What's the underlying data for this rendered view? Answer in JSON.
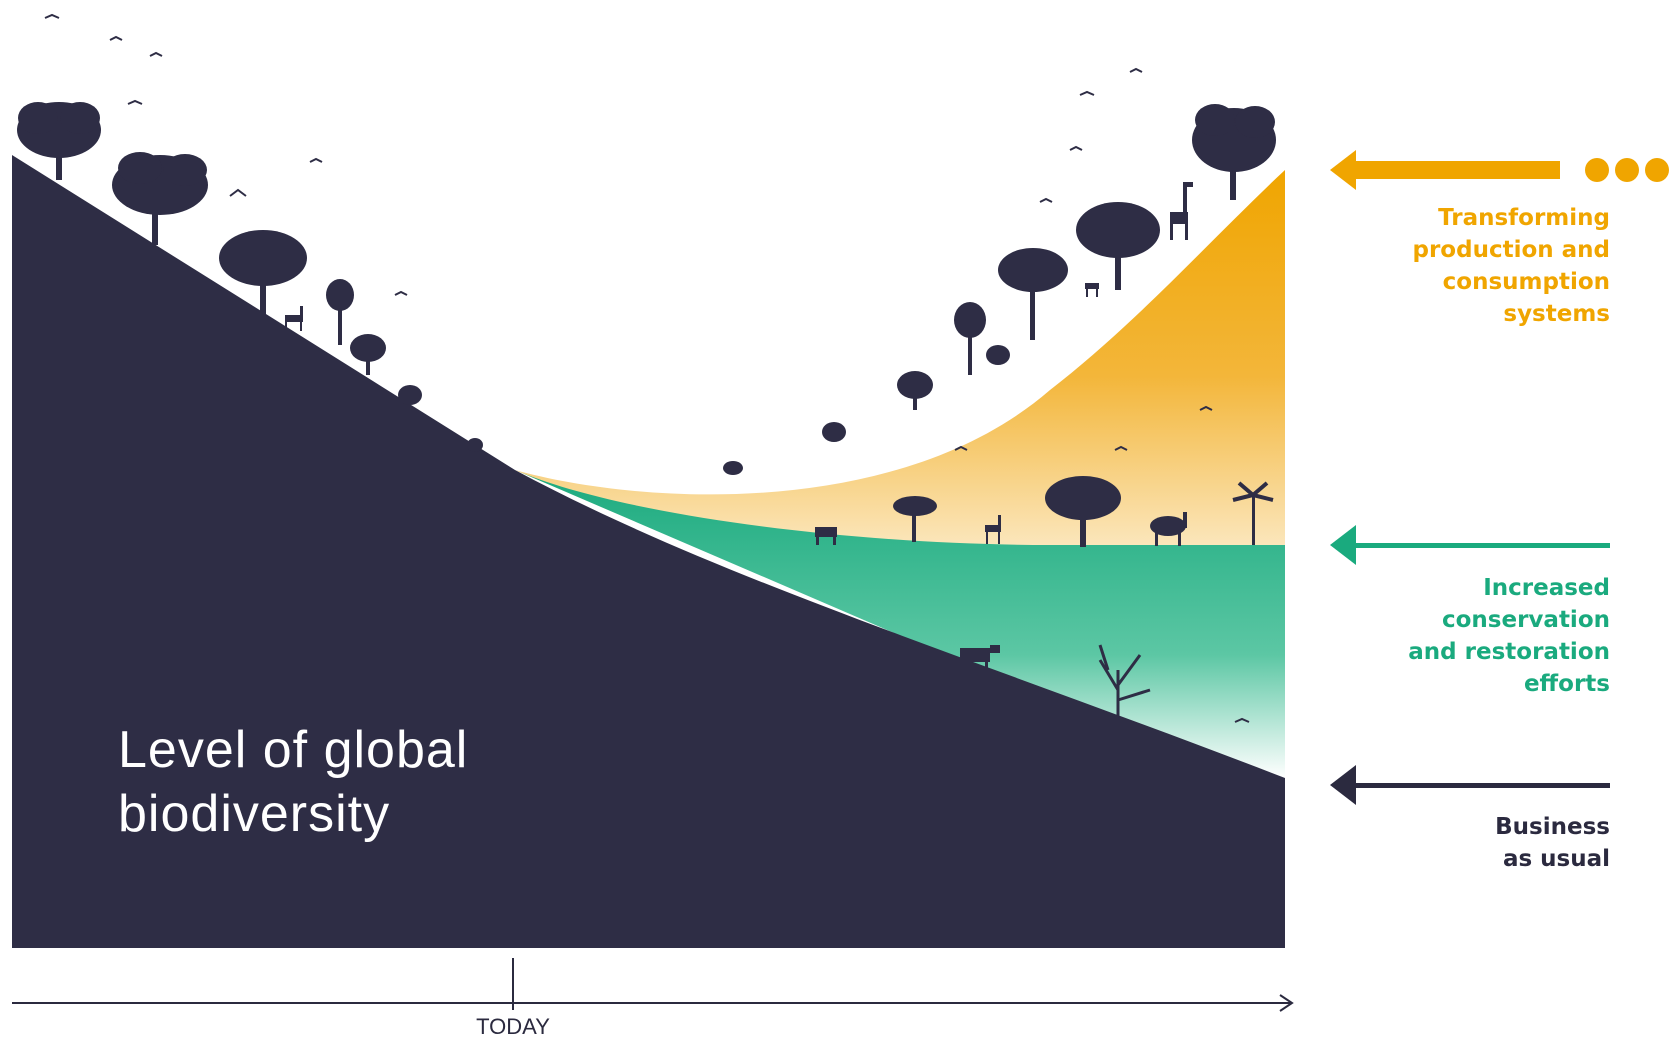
{
  "main_label": {
    "line1": "Level of global",
    "line2": "biodiversity"
  },
  "scenarios": [
    {
      "id": "transforming",
      "lines": [
        "Transforming",
        "production and",
        "consumption",
        "systems"
      ],
      "color": "#f0a500"
    },
    {
      "id": "conservation",
      "lines": [
        "Increased",
        "conservation",
        "and restoration",
        "efforts"
      ],
      "color": "#1aaa7e"
    },
    {
      "id": "business",
      "lines": [
        "Business",
        "as usual"
      ],
      "color": "#2b2a3f"
    }
  ],
  "time_axis": {
    "marker_label": "TODAY"
  },
  "colors": {
    "decline_fill": "#2e2d45",
    "transforming": "#f0a500",
    "conservation": "#1aaa7e",
    "business": "#2b2a3f",
    "axis": "#2b2a3f"
  },
  "silhouettes": [
    "tree",
    "giraffe",
    "deer",
    "camel",
    "cow",
    "palm-tree",
    "dead-tree",
    "bird"
  ]
}
